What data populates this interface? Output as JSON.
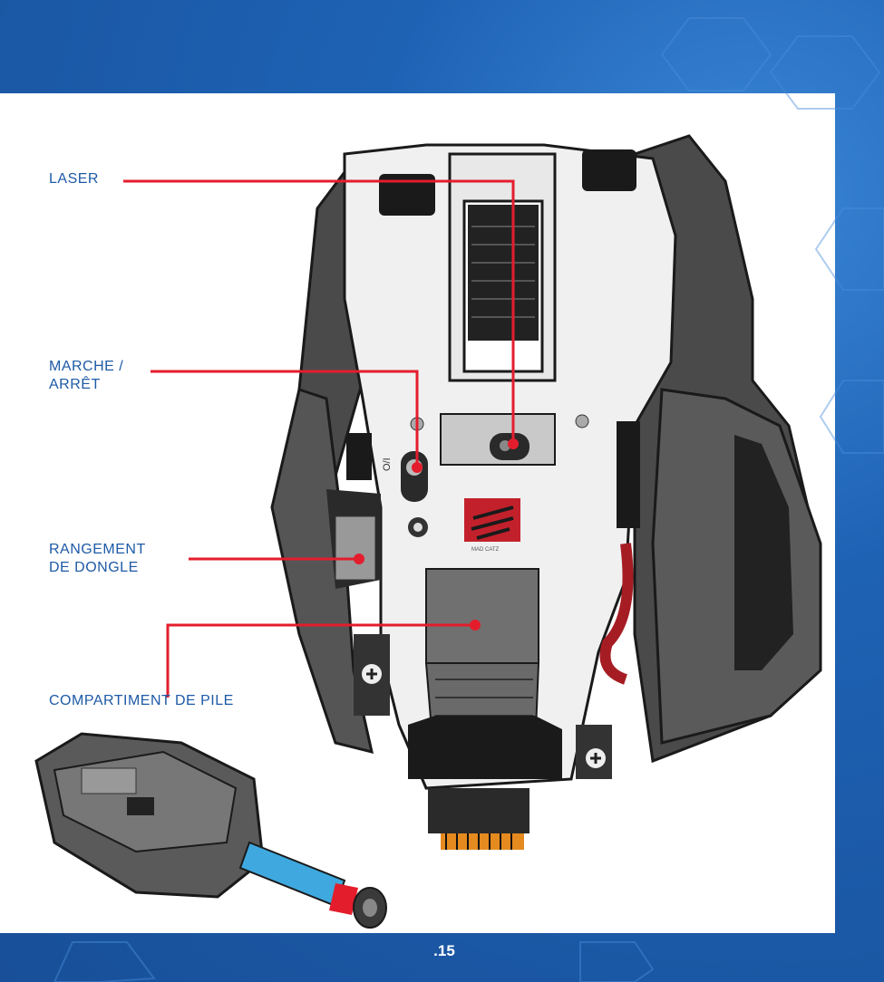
{
  "labels": {
    "laser": "LASER",
    "power": "MARCHE /\nARRÊT",
    "dongle": "RANGEMENT\nDE DONGLE",
    "battery": "COMPARTIMENT DE PILE"
  },
  "switch_marking": "O/I",
  "logo_text": "MAD CATZ",
  "page_number": ".15",
  "colors": {
    "background": "#1e62b4",
    "label_text": "#1e5aa6",
    "callout_line": "#e41d2d",
    "battery": "#3fa9df"
  }
}
